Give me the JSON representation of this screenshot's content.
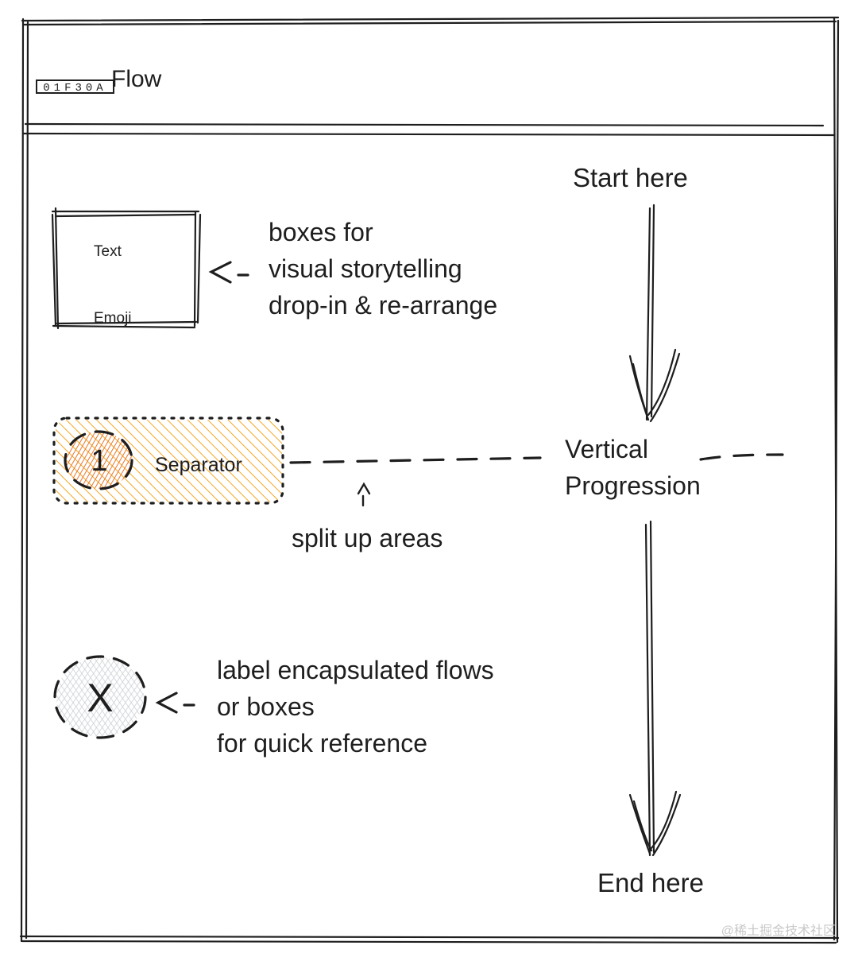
{
  "header": {
    "code_label": "01F30A",
    "title": "Flow"
  },
  "flow": {
    "start_label": "Start here",
    "end_label": "End here",
    "middle_label": "Vertical\nProgression"
  },
  "box_example": {
    "text_label": "Text",
    "emoji_label": "Emoji",
    "arrow_text": "<-",
    "annotation": "boxes for\nvisual storytelling\ndrop-in & re-arrange"
  },
  "separator_example": {
    "badge": "1",
    "label": "Separator",
    "caret": "^",
    "annotation": "split up areas"
  },
  "label_example": {
    "badge": "X",
    "arrow_text": "<-",
    "annotation": "label encapsulated flows\nor boxes\nfor quick reference"
  },
  "watermark": "@稀土掘金技术社区",
  "colors": {
    "stroke": "#1e1e1e",
    "separator_fill": "#f5a623",
    "badge_fill": "#e8772e",
    "label_fill": "#c9ced3"
  }
}
